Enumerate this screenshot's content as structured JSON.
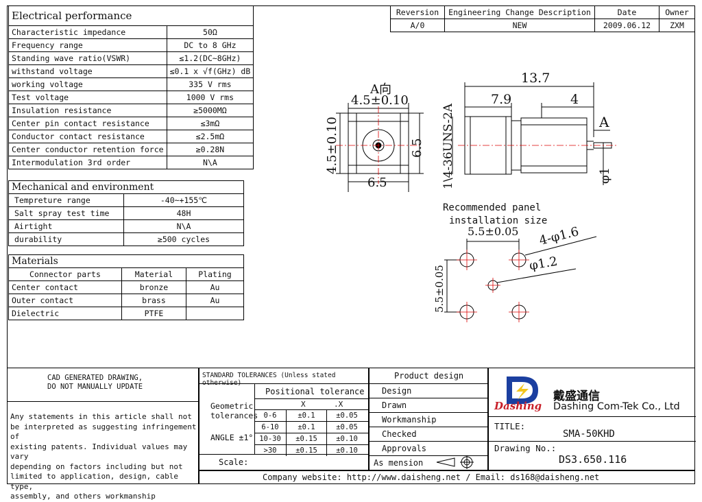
{
  "electrical": {
    "title": "Electrical performance",
    "rows": [
      [
        "Characteristic impedance",
        "50Ω"
      ],
      [
        "Frequency range",
        "DC to 8 GHz"
      ],
      [
        "Standing wave ratio(VSWR)",
        "≤1.2(DC~8GHz)"
      ],
      [
        "withstand voltage",
        "≤0.1 x √f(GHz) dB"
      ],
      [
        "working voltage",
        "335 V rms"
      ],
      [
        "Test voltage",
        "1000 V rms"
      ],
      [
        "Insulation resistance",
        "≥5000MΩ"
      ],
      [
        "Center pin contact resistance",
        "≤3mΩ"
      ],
      [
        "Conductor contact resistance",
        "≤2.5mΩ"
      ],
      [
        "Center conductor retention force",
        "≥0.28N"
      ],
      [
        "Intermodulation 3rd order",
        "N\\A"
      ]
    ]
  },
  "mechanical": {
    "title": "Mechanical and environment",
    "rows": [
      [
        "Tempreture range",
        "-40~+155℃"
      ],
      [
        "Salt spray test time",
        "48H"
      ],
      [
        "Airtight",
        "N\\A"
      ],
      [
        "durability",
        "≥500 cycles"
      ]
    ]
  },
  "materials": {
    "title": "Materials",
    "header": [
      "Connector parts",
      "Material",
      "Plating"
    ],
    "rows": [
      [
        "Center contact",
        "bronze",
        "Au"
      ],
      [
        "Outer contact",
        "brass",
        "Au"
      ],
      [
        "Dielectric",
        "PTFE",
        ""
      ]
    ]
  },
  "revision": {
    "header": [
      "Reversion",
      "Engineering Change Description",
      "Date",
      "Owner"
    ],
    "row": [
      "A/0",
      "NEW",
      "2009.06.12",
      "ZXM"
    ]
  },
  "drawing": {
    "view_label": "A向",
    "dim_top": "4.5±0.10",
    "dim_left": "4.5±0.10",
    "dim_right": "6.5",
    "dim_bottom": "6.5",
    "thread": "1\\4-36UNS-2A",
    "len_total": "13.7",
    "len_a": "7.9",
    "len_b": "4",
    "marker_a": "A",
    "pin_dia": "φ1",
    "panel_title_1": "Recommended panel",
    "panel_title_2": "installation size",
    "panel_dim_h": "5.5±0.05",
    "panel_dim_v": "5.5±0.05",
    "hole_big": "4-φ1.6",
    "hole_small": "φ1.2"
  },
  "footer": {
    "cad_1": "CAD GENERATED DRAWING,",
    "cad_2": "DO NOT MANUALLY UPDATE",
    "note": [
      "Any statements in this article shall  not",
      "be interpreted as suggesting infringement of",
      "existing patents. Individual values may vary",
      "depending on factors including but not",
      "limited to application, design, cable type,",
      "assembly, and others workmanship"
    ],
    "std_tol": "STANDARD TOLERANCES (Unless stated otherwise)",
    "pos_tol": "Positional tolerance",
    "geometric_1": "Geometric",
    "geometric_2": "tolerances",
    "col_x": "X",
    "col_xx": ".X",
    "angle": "ANGLE ±1°",
    "tol_rows": [
      [
        "0-6",
        "±0.1",
        "±0.05"
      ],
      [
        "6-10",
        "±0.1",
        "±0.05"
      ],
      [
        "10-30",
        "±0.15",
        "±0.10"
      ],
      [
        ">30",
        "±0.15",
        "±0.10"
      ]
    ],
    "scale": "Scale:",
    "product_design": "Product design",
    "roles": [
      "Design",
      "Drawn",
      "Workmanship",
      "Checked",
      "Approvals",
      "As mension"
    ],
    "company_cn": "戴盛通信",
    "company_en": "Dashing Com-Tek Co., Ltd",
    "logo_word": "Dashing",
    "title_label": "TITLE:",
    "title_value": "SMA-50KHD",
    "drawing_no_label": "Drawing No.:",
    "drawing_no_value": "DS3.650.116",
    "website": "Company website: http://www.daisheng.net / Email:  ds168@daisheng.net"
  }
}
